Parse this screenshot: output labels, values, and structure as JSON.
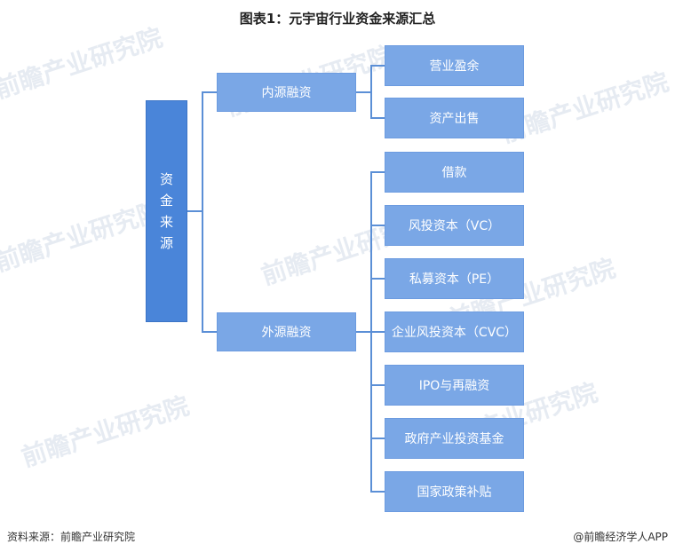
{
  "title": "图表1：元宇宙行业资金来源汇总",
  "root": {
    "label": [
      "资",
      "金",
      "来",
      "源"
    ]
  },
  "branches": {
    "internal": {
      "label": "内源融资",
      "items": [
        "营业盈余",
        "资产出售"
      ]
    },
    "external": {
      "label": "外源融资",
      "items": [
        "借款",
        "风投资本（VC）",
        "私募资本（PE）",
        "企业风投资本（CVC）",
        "IPO与再融资",
        "政府产业投资基金",
        "国家政策补贴"
      ]
    }
  },
  "footer": {
    "source": "资料来源：前瞻产业研究院",
    "brand": "@前瞻经济学人APP"
  },
  "watermark": "前瞻产业研究院",
  "colors": {
    "root": "#4a85d9",
    "box": "#7aa7e6",
    "line": "#5b8fd6"
  }
}
